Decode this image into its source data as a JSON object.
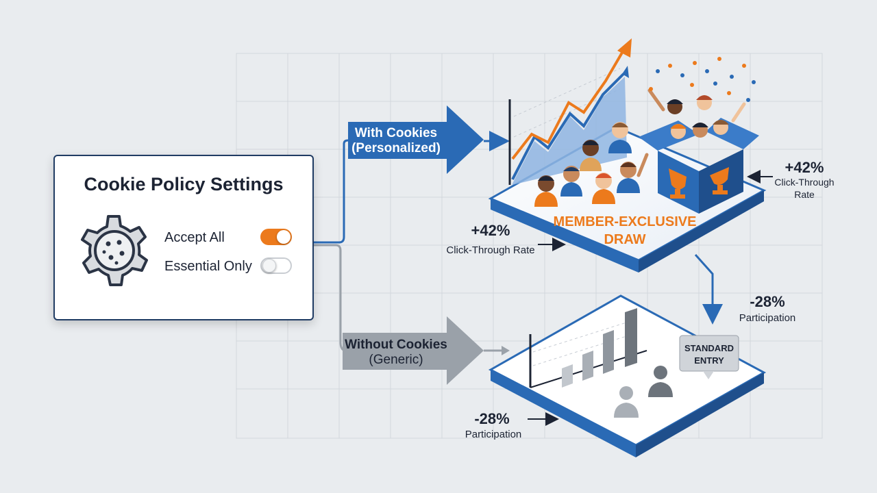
{
  "card": {
    "title": "Cookie Policy Settings",
    "options": [
      {
        "label": "Accept All",
        "enabled": true
      },
      {
        "label": "Essential Only",
        "enabled": false
      }
    ]
  },
  "paths": {
    "with_cookies": {
      "line1": "With Cookies",
      "line2": "(Personalized)"
    },
    "without_cookies": {
      "line1": "Without Cookies",
      "line2": "(Generic)"
    }
  },
  "top_platform": {
    "label_line1": "MEMBER-EXCLUSIVE",
    "label_line2": "DRAW"
  },
  "bottom_platform": {
    "badge_line1": "STANDARD",
    "badge_line2": "ENTRY"
  },
  "metrics": {
    "ctr_left": {
      "value": "+42%",
      "label": "Click-Through Rate"
    },
    "ctr_right": {
      "value": "+42%",
      "label_line1": "Click-Through",
      "label_line2": "Rate"
    },
    "participation_right": {
      "value": "-28%",
      "label": "Participation"
    },
    "participation_left": {
      "value": "-28%",
      "label": "Participation"
    }
  },
  "colors": {
    "accent_orange": "#ec7a1c",
    "brand_blue": "#2a6ab5",
    "navy": "#1f3b63",
    "neutral_gray": "#8f969e",
    "background": "#e9ecef"
  },
  "icons": [
    "gear-icon",
    "cookie-icon",
    "trophy-icon",
    "person-icon",
    "trend-arrow-icon"
  ]
}
